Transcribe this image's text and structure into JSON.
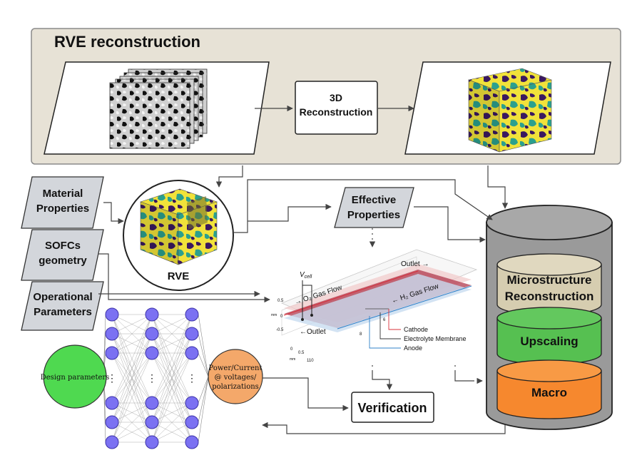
{
  "panel": {
    "title": "RVE reconstruction"
  },
  "reconstruction_box": {
    "line1": "3D",
    "line2": "Reconstruction"
  },
  "inputs": {
    "material": {
      "line1": "Material",
      "line2": "Properties"
    },
    "geometry": {
      "line1": "SOFCs",
      "line2": "geometry"
    },
    "operational": {
      "line1": "Operational",
      "line2": "Parameters"
    }
  },
  "rve_label": "RVE",
  "effective": {
    "line1": "Effective",
    "line2": "Properties"
  },
  "cylinder": {
    "top_line1": "Microstructure",
    "top_line2": "Reconstruction",
    "middle": "Upscaling",
    "bottom": "Macro"
  },
  "verification": "Verification",
  "nn": {
    "input_node": "Design parameters",
    "output_line1": "Power/Current",
    "output_line2": "@ voltages/",
    "output_line3": "polarizations",
    "ellipsis": "⋮"
  },
  "cell_plot": {
    "vcell": "V",
    "vcell_sub": "cell",
    "outlet_top": "Outlet →",
    "o2_flow": "→ O₂ Gas Flow",
    "h2_flow": "← H₂ Gas Flow",
    "outlet_bottom": "←Outlet",
    "legend_cathode": "Cathode",
    "legend_membrane": "Electrolyte Membrane",
    "legend_anode": "Anode",
    "tick_05": "0.5",
    "tick_0": "0",
    "tick_m05": "-0.5",
    "tick_110": "110",
    "tick_8": "8",
    "tick_6": "6",
    "unit_mm": "mm"
  },
  "colors": {
    "panel_fill": "#e7e2d6",
    "input_fill": "#d3d6db",
    "cyl_outer": "#9a9a9a",
    "cyl_top": "#d6cdb0",
    "cyl_mid": "#56c051",
    "cyl_bot": "#f6882e",
    "nn_node": "#7b71f2",
    "nn_in": "#4fd950",
    "nn_out": "#f4a86a",
    "cathode": "#d9303a",
    "anode": "#2f80c8",
    "membrane": "#333333"
  }
}
